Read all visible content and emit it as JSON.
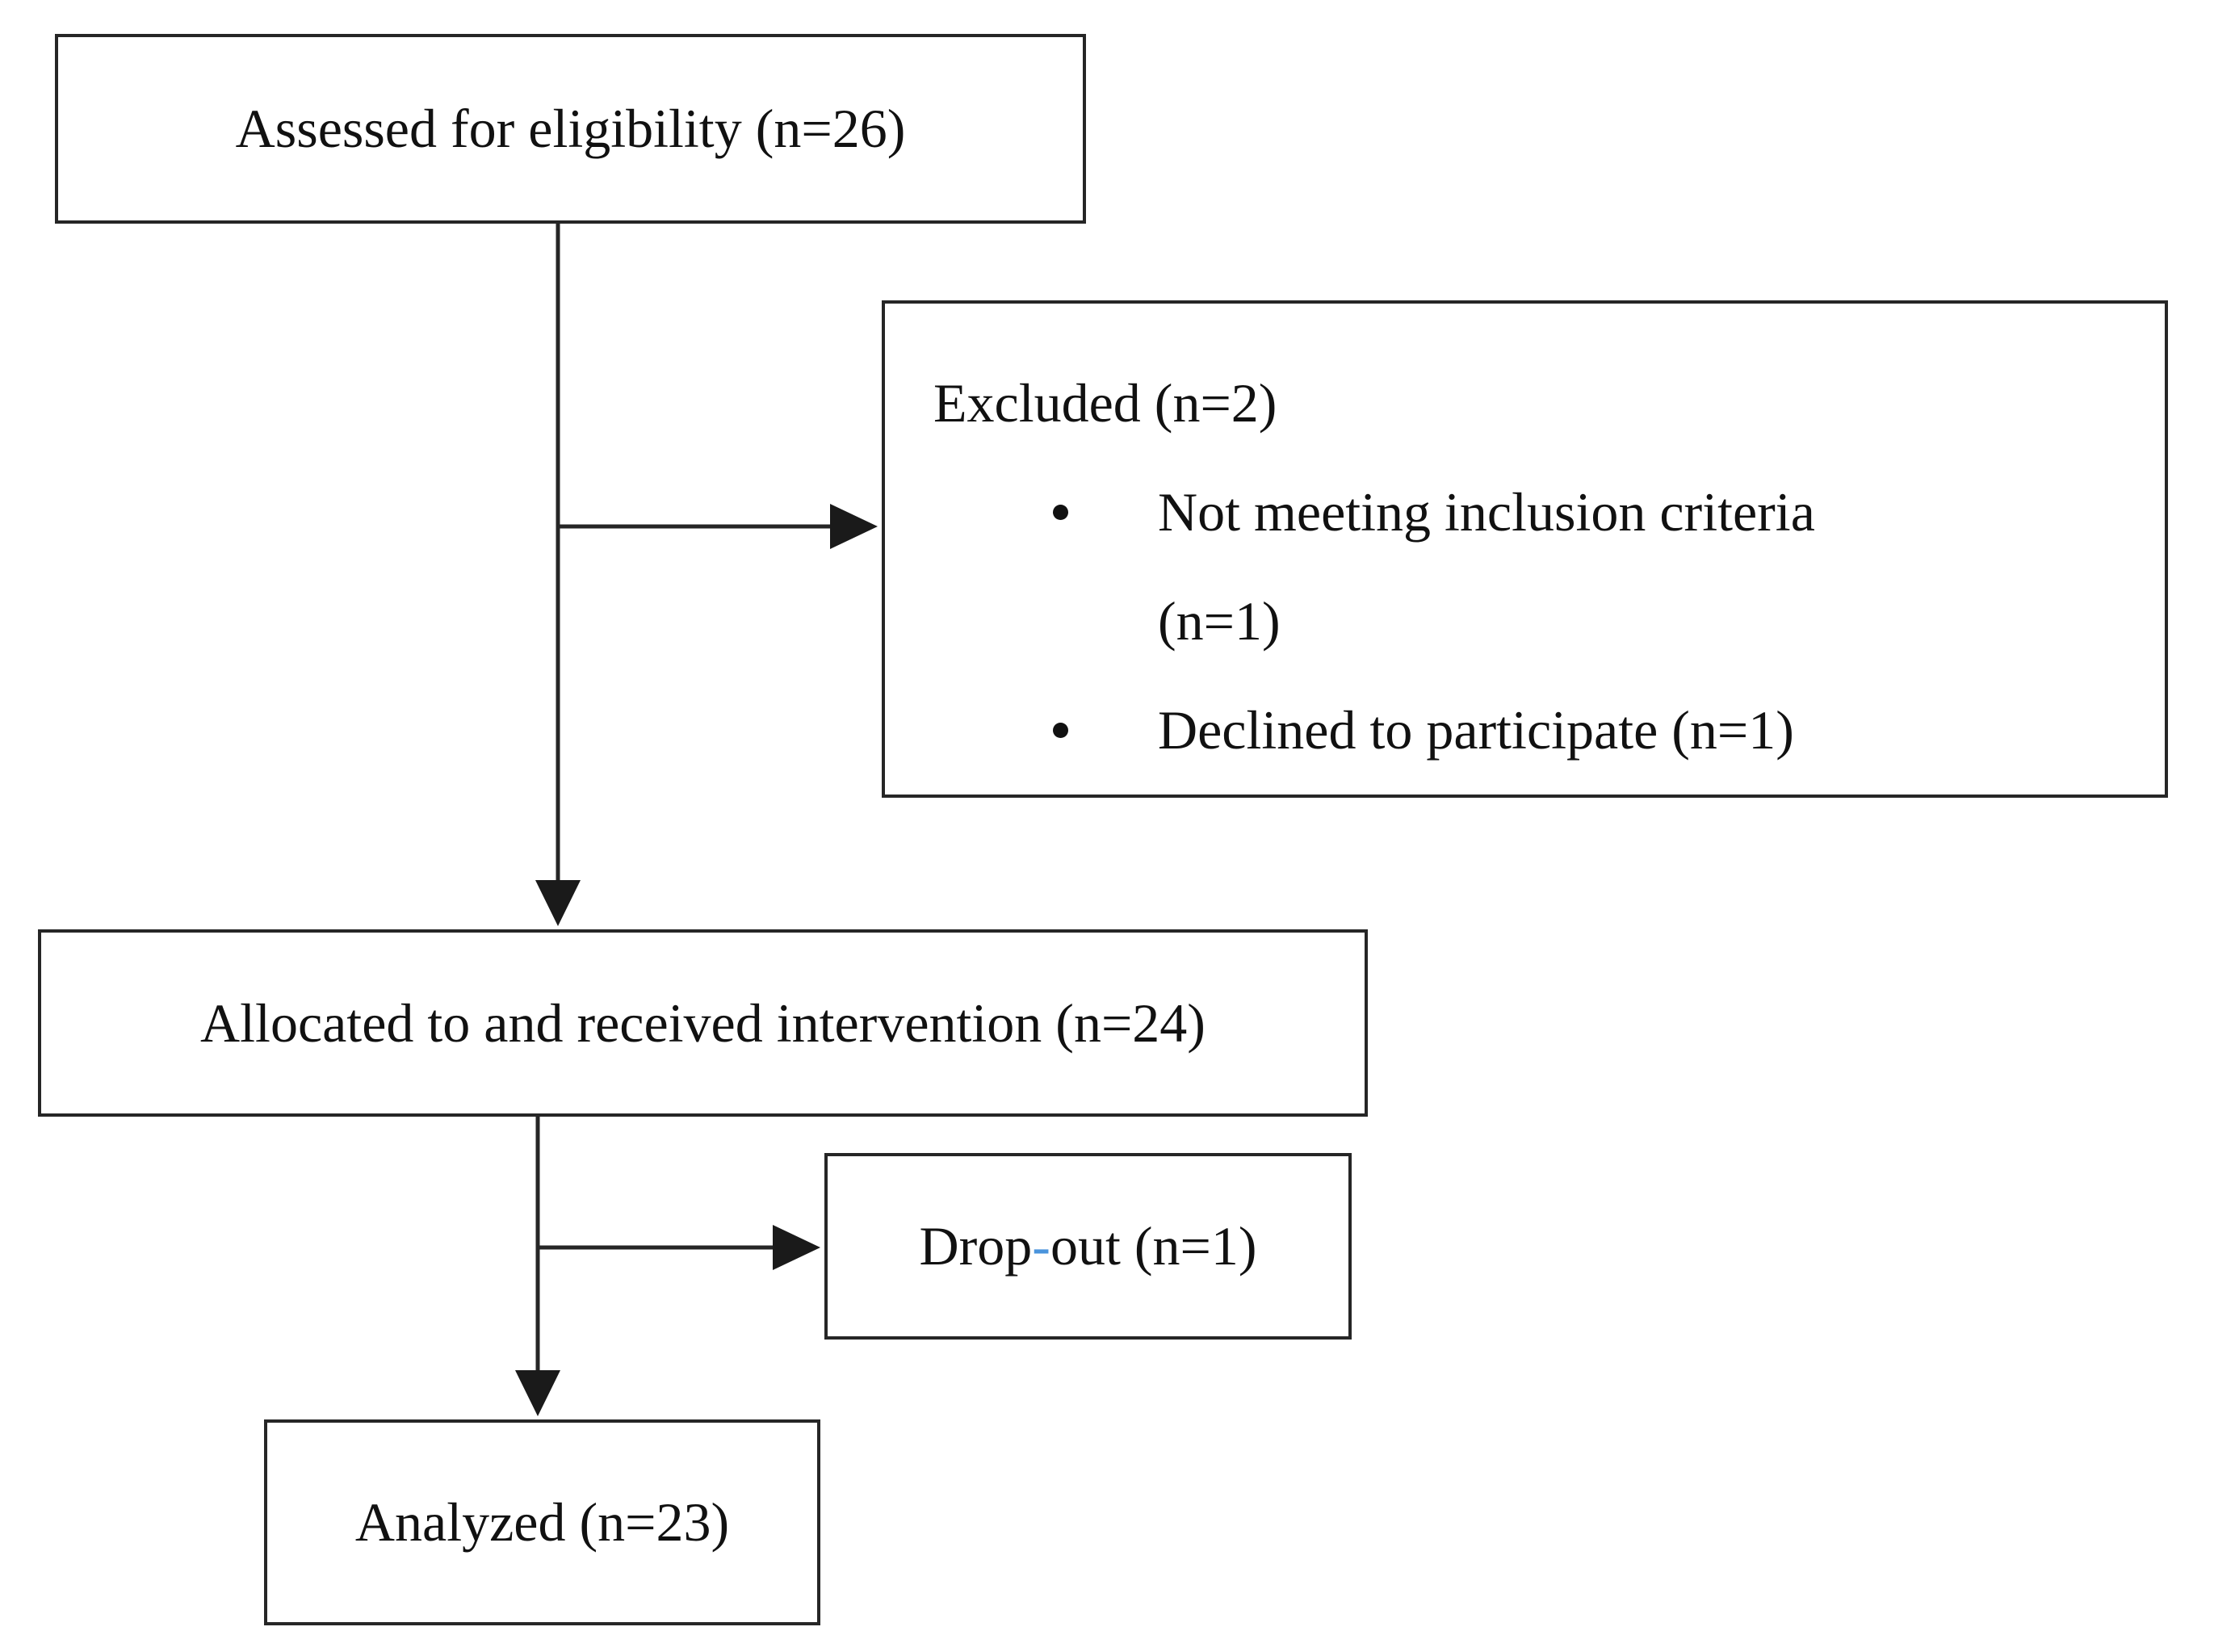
{
  "diagram": {
    "type": "consort-participant-flowchart",
    "colors": {
      "background": "#ffffff",
      "box_border": "#262626",
      "text": "#111111",
      "connector": "#262626",
      "dropout_hyphen": "#4a94dc"
    },
    "boxes": {
      "assessed": {
        "label": "Assessed for eligibility (n=26)"
      },
      "excluded": {
        "heading": "Excluded (n=2)",
        "items": [
          {
            "lines": [
              "Not meeting inclusion criteria",
              "(n=1)"
            ]
          },
          {
            "lines": [
              "Declined to participate (n=1)"
            ]
          }
        ]
      },
      "allocated": {
        "label": "Allocated to and received intervention (n=24)"
      },
      "dropout": {
        "label_pre": "Drop",
        "label_hyphen": "-",
        "label_post": "out (n=1)"
      },
      "analyzed": {
        "label": "Analyzed (n=23)"
      }
    },
    "counts": {
      "assessed": 26,
      "excluded": 2,
      "not_meeting_inclusion_criteria": 1,
      "declined_to_participate": 1,
      "allocated_received_intervention": 24,
      "dropout": 1,
      "analyzed": 23
    }
  }
}
